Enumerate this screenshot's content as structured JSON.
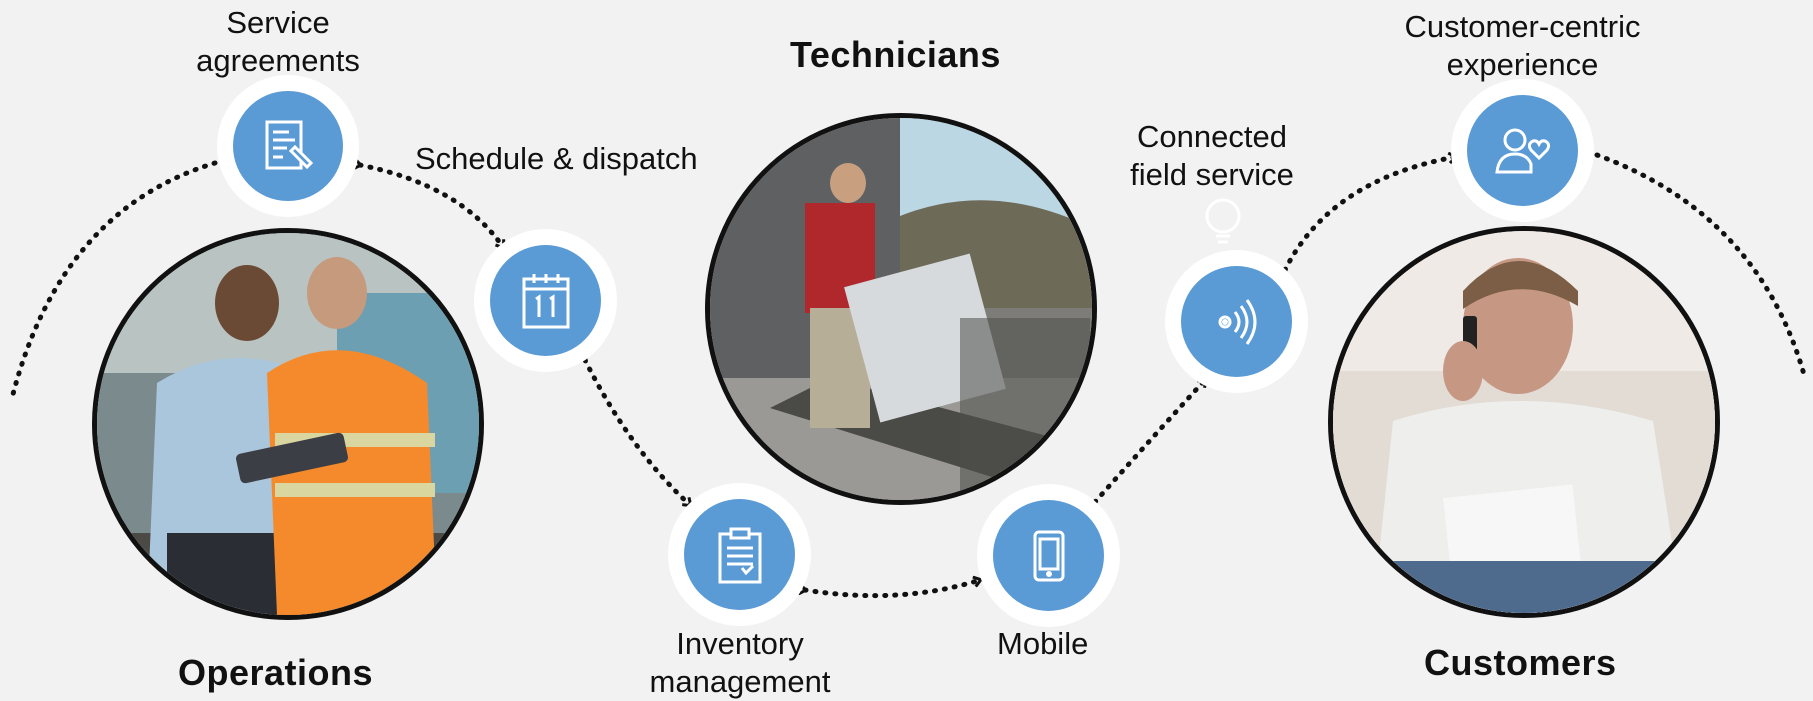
{
  "labels": {
    "service_agreements_line1": "Service",
    "service_agreements_line2": "agreements",
    "schedule_dispatch": "Schedule & dispatch",
    "technicians": "Technicians",
    "connected_line1": "Connected",
    "connected_line2": "field service",
    "customer_centric_line1": "Customer-centric",
    "customer_centric_line2": "experience",
    "operations": "Operations",
    "inventory_line1": "Inventory",
    "inventory_line2": "management",
    "mobile": "Mobile",
    "customers": "Customers"
  },
  "colors": {
    "accent": "#5b9bd5",
    "background": "#f2f2f2",
    "ring": "#ffffff",
    "line": "#111111"
  },
  "icons": [
    "document-sign-icon",
    "calendar-icon",
    "clipboard-check-icon",
    "mobile-phone-icon",
    "wireless-signal-icon",
    "user-heart-icon",
    "lightbulb-icon"
  ],
  "photos": [
    "operations-photo",
    "technicians-photo",
    "customers-photo"
  ]
}
